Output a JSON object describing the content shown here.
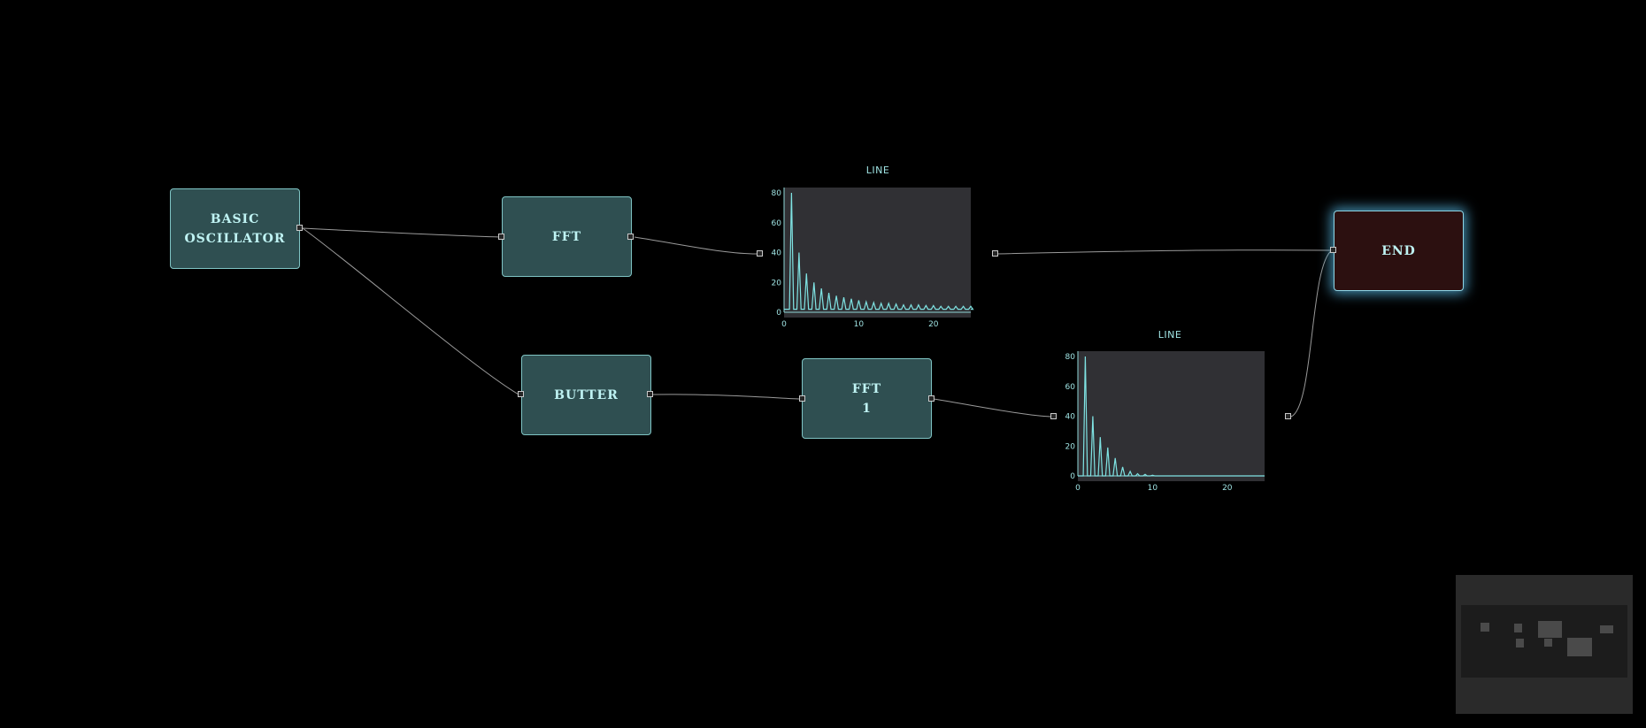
{
  "nodes": {
    "oscillator": {
      "label": "BASIC\nOSCILLATOR"
    },
    "fft": {
      "label": "FFT"
    },
    "butter": {
      "label": "BUTTER"
    },
    "fft1": {
      "label": "FFT\n1"
    },
    "end": {
      "label": "END"
    }
  },
  "colors": {
    "background": "#000000",
    "node_fill": "#2f4f51",
    "node_border": "#7fc4c4",
    "node_text": "#bff3f3",
    "end_fill": "#2c1010",
    "end_glow": "#5abeeb",
    "plot_bg": "#303034",
    "plot_line": "#7fe3e3",
    "edge": "#9a9a9a"
  },
  "chart_data": [
    {
      "type": "line",
      "title": "LINE",
      "xlabel": "",
      "ylabel": "",
      "xlim": [
        0,
        25
      ],
      "ylim": [
        0,
        80
      ],
      "xticks": [
        0,
        10,
        20
      ],
      "yticks": [
        0,
        20,
        40,
        60,
        80
      ],
      "series": [
        {
          "peaks": [
            [
              1,
              80
            ],
            [
              2,
              40
            ],
            [
              3,
              26
            ],
            [
              4,
              20
            ],
            [
              5,
              16
            ],
            [
              6,
              13
            ],
            [
              7,
              11
            ],
            [
              8,
              10
            ],
            [
              9,
              9
            ],
            [
              10,
              8
            ],
            [
              11,
              7
            ],
            [
              12,
              6.5
            ],
            [
              13,
              6
            ],
            [
              14,
              6
            ],
            [
              15,
              5.5
            ],
            [
              16,
              5
            ],
            [
              17,
              5
            ],
            [
              18,
              5
            ],
            [
              19,
              4.5
            ],
            [
              20,
              4.5
            ],
            [
              21,
              4
            ],
            [
              22,
              4
            ],
            [
              23,
              4
            ],
            [
              24,
              4
            ],
            [
              25,
              4
            ]
          ],
          "baseline": 2
        }
      ]
    },
    {
      "type": "line",
      "title": "LINE",
      "xlabel": "",
      "ylabel": "",
      "xlim": [
        0,
        25
      ],
      "ylim": [
        0,
        80
      ],
      "xticks": [
        0,
        10,
        20
      ],
      "yticks": [
        0,
        20,
        40,
        60,
        80
      ],
      "series": [
        {
          "peaks": [
            [
              1,
              80
            ],
            [
              2,
              40
            ],
            [
              3,
              26
            ],
            [
              4,
              19
            ],
            [
              5,
              12
            ],
            [
              6,
              6
            ],
            [
              7,
              3
            ],
            [
              8,
              1.5
            ],
            [
              9,
              1
            ],
            [
              10,
              0.5
            ]
          ],
          "baseline": 0
        }
      ]
    }
  ],
  "minimap": {}
}
